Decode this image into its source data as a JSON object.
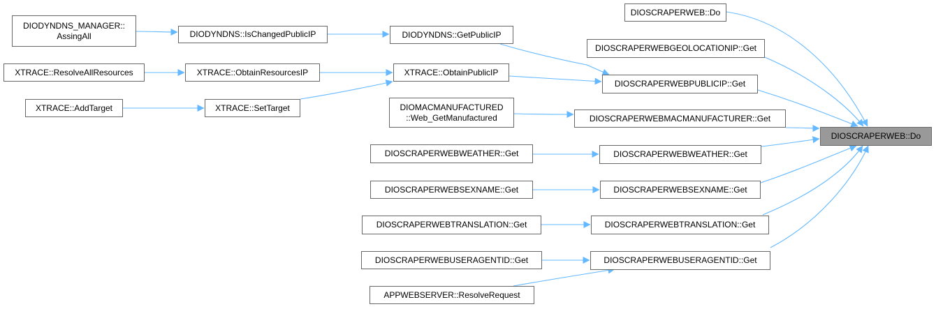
{
  "graph": {
    "colors": {
      "edge": "#63b8ff",
      "node_border": "#666666",
      "node_fill": "#ffffff",
      "focus_fill": "#999999",
      "text": "#000000"
    },
    "nodes": [
      {
        "id": "diodyndns_manager_assingall",
        "label": "DIODYNDNS_MANAGER::\nAssingAll"
      },
      {
        "id": "diodyndns_ischangedpublicip",
        "label": "DIODYNDNS::IsChangedPublicIP"
      },
      {
        "id": "diodyndns_getpublicip",
        "label": "DIODYNDNS::GetPublicIP"
      },
      {
        "id": "xtrace_resolveallresources",
        "label": "XTRACE::ResolveAllResources"
      },
      {
        "id": "xtrace_obtainresourcesip",
        "label": "XTRACE::ObtainResourcesIP"
      },
      {
        "id": "xtrace_obtainpublicip",
        "label": "XTRACE::ObtainPublicIP"
      },
      {
        "id": "xtrace_addtarget",
        "label": "XTRACE::AddTarget"
      },
      {
        "id": "xtrace_settarget",
        "label": "XTRACE::SetTarget"
      },
      {
        "id": "diomacmanufactured_web_getmanufactured",
        "label": "DIOMACMANUFACTURED\n::Web_GetManufactured"
      },
      {
        "id": "dioscraperwebweather_get_caller",
        "label": "DIOSCRAPERWEBWEATHER::Get"
      },
      {
        "id": "dioscraperwebsexname_get_caller",
        "label": "DIOSCRAPERWEBSEXNAME::Get"
      },
      {
        "id": "dioscraperwebtranslation_get_caller",
        "label": "DIOSCRAPERWEBTRANSLATION::Get"
      },
      {
        "id": "dioscraperwebuseragentid_get_caller",
        "label": "DIOSCRAPERWEBUSERAGENTID::Get"
      },
      {
        "id": "appwebserver_resolverequest",
        "label": "APPWEBSERVER::ResolveRequest"
      },
      {
        "id": "dioscraperweb_do_overload",
        "label": "DIOSCRAPERWEB::Do"
      },
      {
        "id": "dioscraperwebgeolocationip_get",
        "label": "DIOSCRAPERWEBGEOLOCATIONIP::Get"
      },
      {
        "id": "dioscraperwebpublicip_get",
        "label": "DIOSCRAPERWEBPUBLICIP::Get"
      },
      {
        "id": "dioscraperwebmacmanufacturer_get",
        "label": "DIOSCRAPERWEBMACMANUFACTURER::Get"
      },
      {
        "id": "dioscraperwebweather_get",
        "label": "DIOSCRAPERWEBWEATHER::Get"
      },
      {
        "id": "dioscraperwebsexname_get",
        "label": "DIOSCRAPERWEBSEXNAME::Get"
      },
      {
        "id": "dioscraperwebtranslation_get",
        "label": "DIOSCRAPERWEBTRANSLATION::Get"
      },
      {
        "id": "dioscraperwebuseragentid_get",
        "label": "DIOSCRAPERWEBUSERAGENTID::Get"
      },
      {
        "id": "dioscraperweb_do",
        "label": "DIOSCRAPERWEB::Do",
        "focus": true
      }
    ],
    "edges": [
      {
        "from": "diodyndns_manager_assingall",
        "to": "diodyndns_ischangedpublicip"
      },
      {
        "from": "diodyndns_ischangedpublicip",
        "to": "diodyndns_getpublicip"
      },
      {
        "from": "diodyndns_getpublicip",
        "to": "dioscraperwebpublicip_get"
      },
      {
        "from": "xtrace_resolveallresources",
        "to": "xtrace_obtainresourcesip"
      },
      {
        "from": "xtrace_obtainresourcesip",
        "to": "xtrace_obtainpublicip"
      },
      {
        "from": "xtrace_addtarget",
        "to": "xtrace_settarget"
      },
      {
        "from": "xtrace_settarget",
        "to": "xtrace_obtainpublicip"
      },
      {
        "from": "xtrace_obtainpublicip",
        "to": "dioscraperwebpublicip_get"
      },
      {
        "from": "diomacmanufactured_web_getmanufactured",
        "to": "dioscraperwebmacmanufacturer_get"
      },
      {
        "from": "dioscraperwebweather_get_caller",
        "to": "dioscraperwebweather_get"
      },
      {
        "from": "dioscraperwebsexname_get_caller",
        "to": "dioscraperwebsexname_get"
      },
      {
        "from": "dioscraperwebtranslation_get_caller",
        "to": "dioscraperwebtranslation_get"
      },
      {
        "from": "dioscraperwebuseragentid_get_caller",
        "to": "dioscraperwebuseragentid_get"
      },
      {
        "from": "appwebserver_resolverequest",
        "to": "dioscraperwebuseragentid_get"
      },
      {
        "from": "dioscraperweb_do_overload",
        "to": "dioscraperweb_do"
      },
      {
        "from": "dioscraperwebgeolocationip_get",
        "to": "dioscraperweb_do"
      },
      {
        "from": "dioscraperwebpublicip_get",
        "to": "dioscraperweb_do"
      },
      {
        "from": "dioscraperwebmacmanufacturer_get",
        "to": "dioscraperweb_do"
      },
      {
        "from": "dioscraperwebweather_get",
        "to": "dioscraperweb_do"
      },
      {
        "from": "dioscraperwebsexname_get",
        "to": "dioscraperweb_do"
      },
      {
        "from": "dioscraperwebtranslation_get",
        "to": "dioscraperweb_do"
      },
      {
        "from": "dioscraperwebuseragentid_get",
        "to": "dioscraperweb_do"
      }
    ]
  }
}
